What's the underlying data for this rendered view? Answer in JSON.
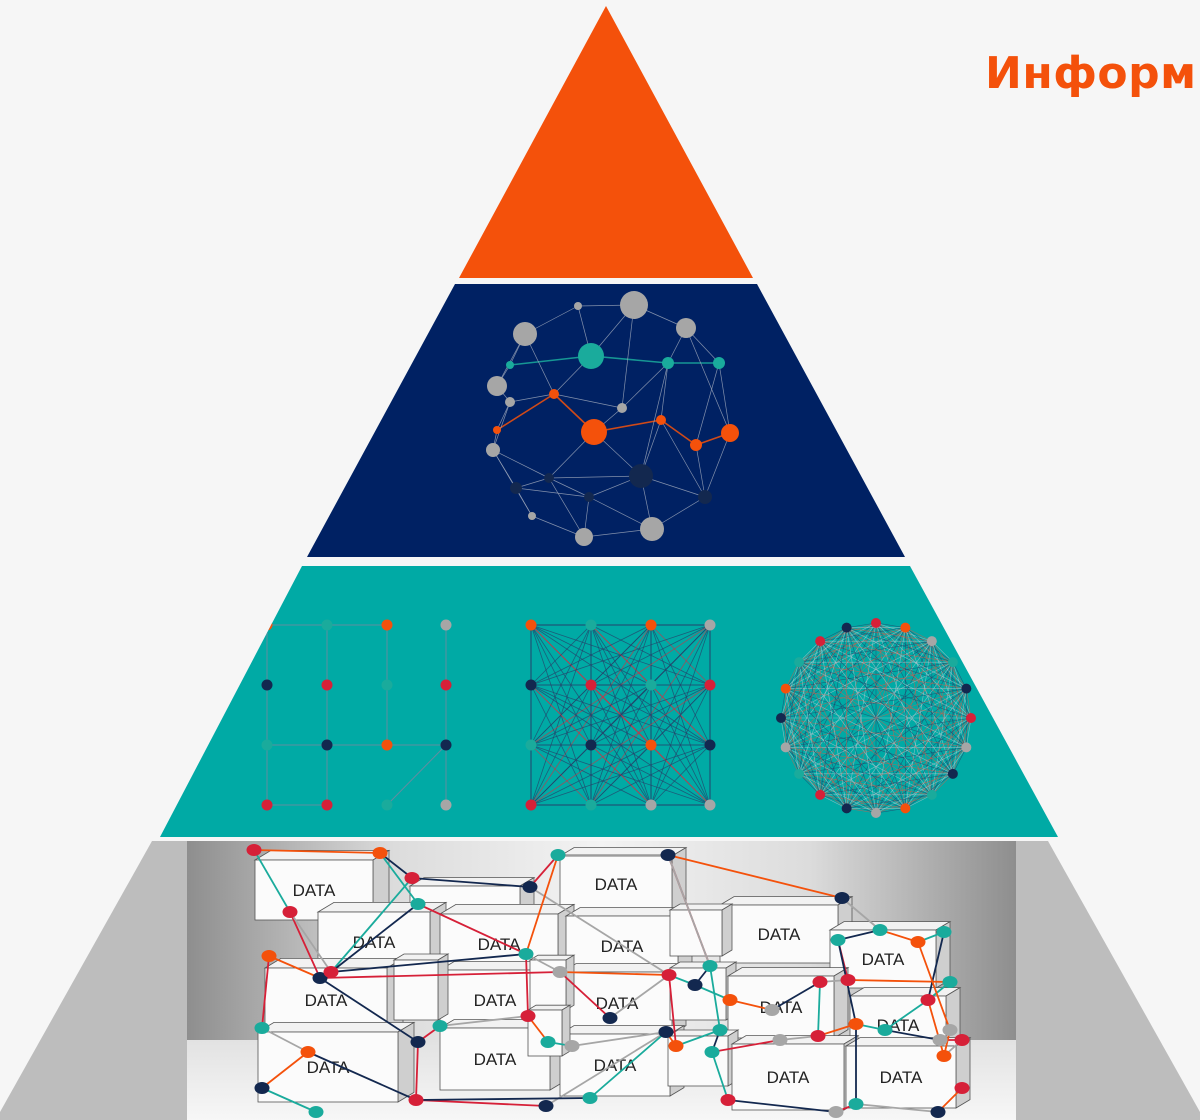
{
  "title": "Информ",
  "colors": {
    "apex": "#f4510b",
    "level2": "#002163",
    "level3": "#00aaa5",
    "level4": "#bdbdbd",
    "node_orange": "#f4510b",
    "node_teal": "#1aab9c",
    "node_grey": "#a6a6a6",
    "node_navy": "#13284f",
    "node_red": "#d62038"
  },
  "diagram": {
    "levels": [
      {
        "name": "apex",
        "icon": "orange-triangle"
      },
      {
        "name": "knowledge-network",
        "icon": "network-sphere-icon"
      },
      {
        "name": "structured-graphs",
        "icon": "graph-layouts-icon"
      },
      {
        "name": "raw-data",
        "icon": "data-boxes-icon"
      }
    ],
    "box_label": "DATA",
    "box_count": 24
  }
}
